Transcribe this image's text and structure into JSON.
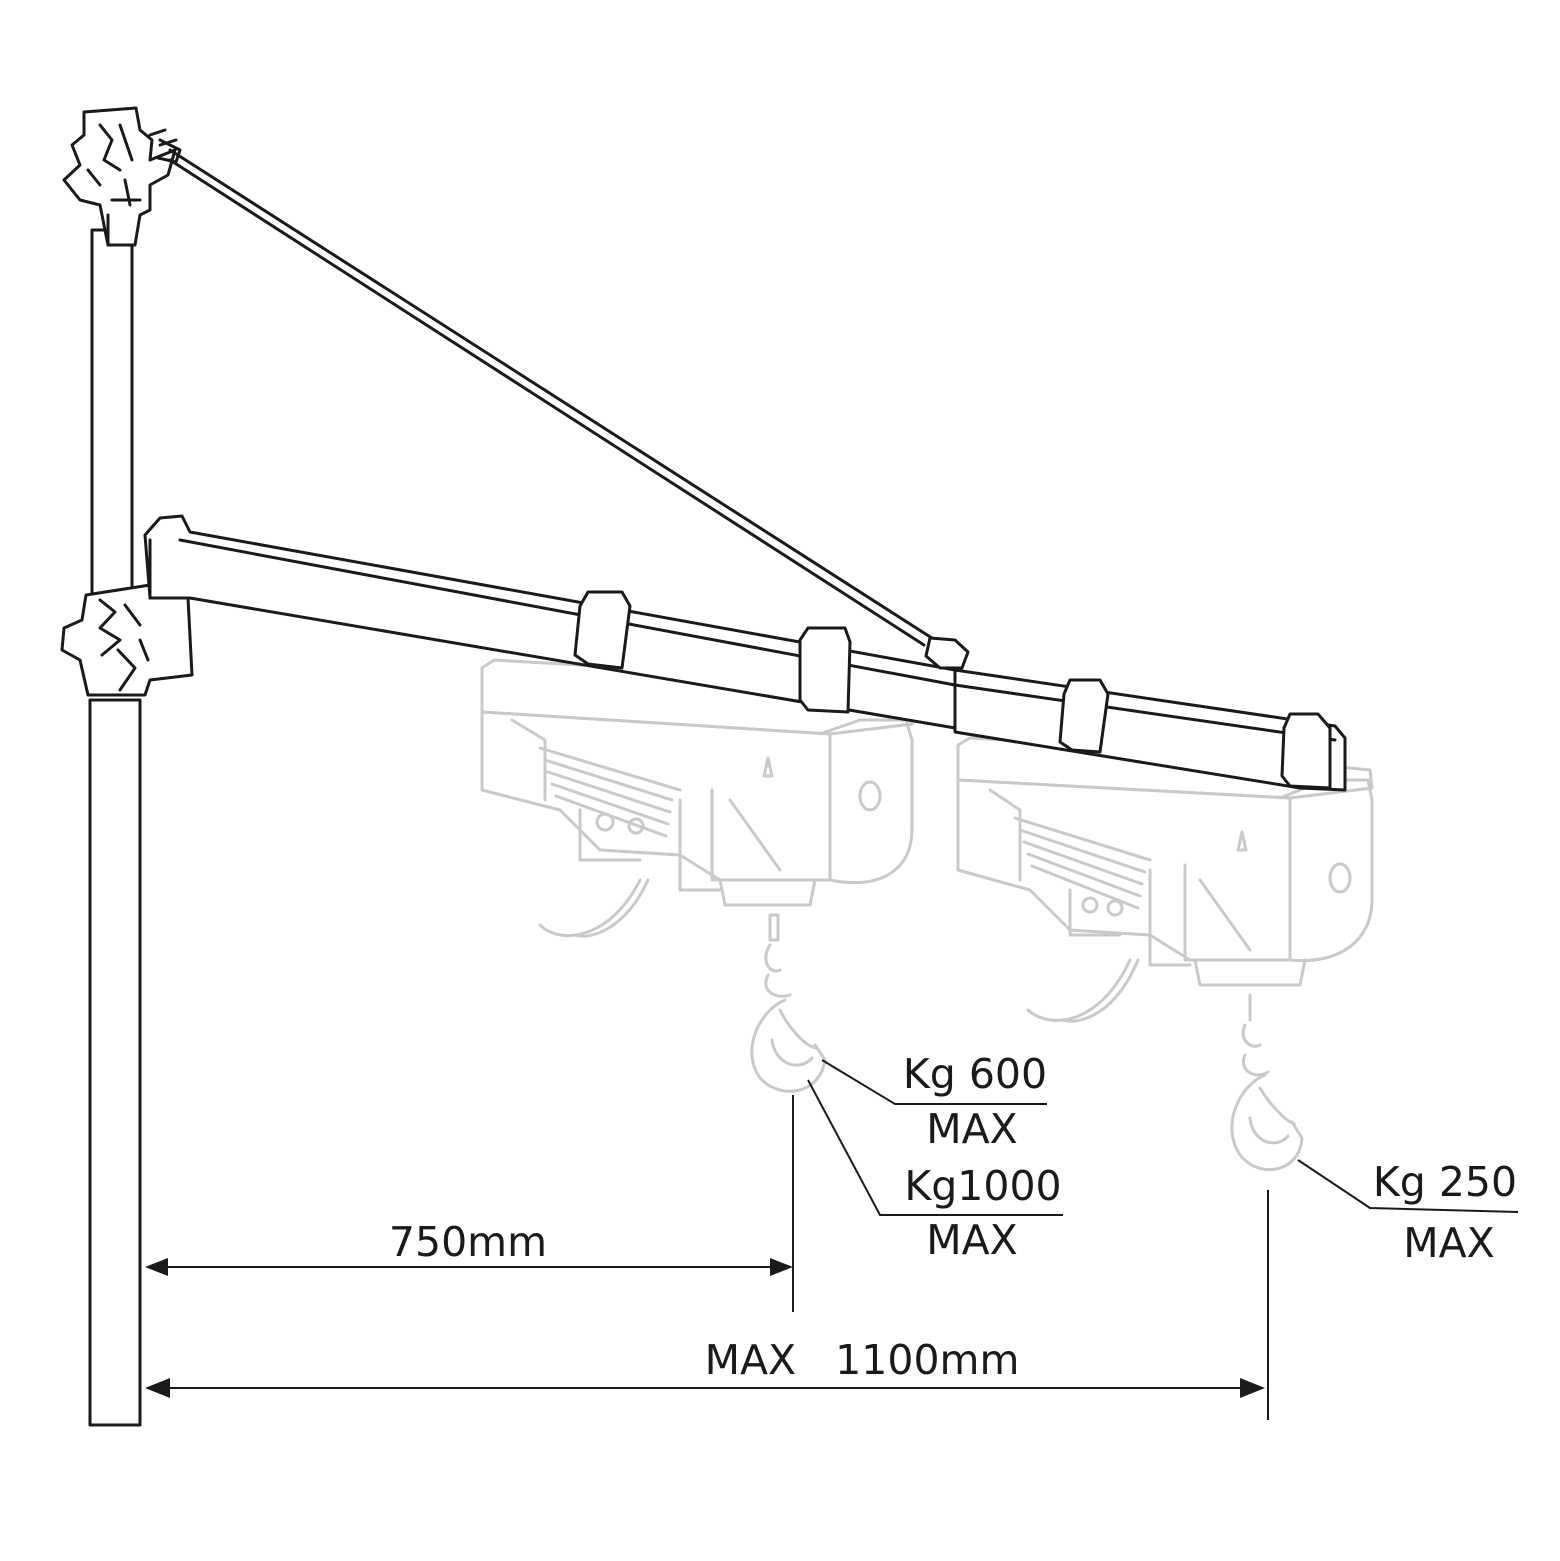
{
  "labels": {
    "load_600": "Kg 600",
    "max_600": "MAX",
    "load_1000": "Kg1000",
    "max_1000": "MAX",
    "load_250": "Kg 250",
    "max_250": "MAX",
    "dim_750": "750mm",
    "dim_1100": "MAX   1100mm"
  },
  "colors": {
    "ink": "#1a1a1a",
    "ghost_hoist": "#c9c9c9",
    "background": "#ffffff"
  }
}
